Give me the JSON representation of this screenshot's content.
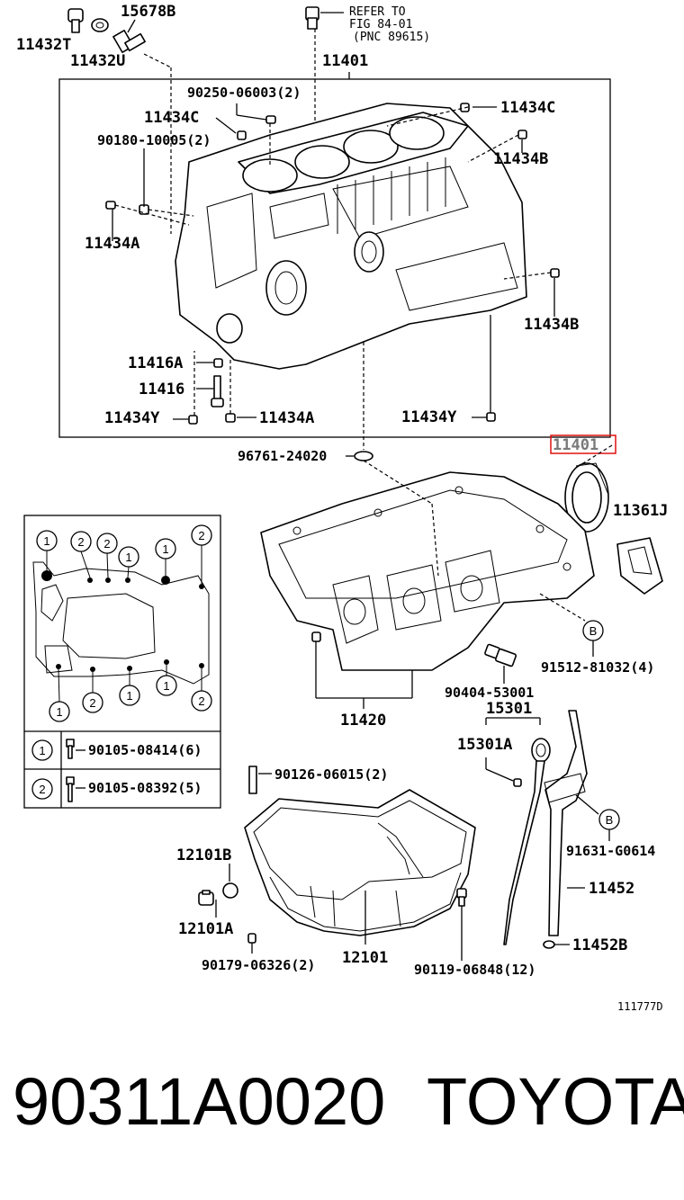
{
  "callouts": {
    "c15678B": "15678B",
    "c11432T": "11432T",
    "c11432U": "11432U",
    "ref_line1": "REFER TO",
    "ref_line2": "FIG 84-01",
    "ref_line3": "(PNC 89615)",
    "c11401": "11401",
    "c90250": "90250-06003(2)",
    "c11434C_left": "11434C",
    "c11434C_right": "11434C",
    "c90180": "90180-10005(2)",
    "c11434B_top": "11434B",
    "c11434A_left": "11434A",
    "c11434B_right": "11434B",
    "c11416A": "11416A",
    "c11416": "11416",
    "c11434Y_left": "11434Y",
    "c11434A_bottom": "11434A",
    "c11434Y_right": "11434Y",
    "c96761": "96761-24020",
    "c11401_highlight": "11401",
    "c11361J": "11361J",
    "c91512": "91512-81032(4)",
    "c90404": "90404-53001",
    "c11420": "11420",
    "c15301": "15301",
    "c15301A": "15301A",
    "c90126": "90126-06015(2)",
    "c12101B": "12101B",
    "c91631": "91631-G0614",
    "c11452": "11452",
    "c12101A": "12101A",
    "c90179": "90179-06326(2)",
    "c12101": "12101",
    "c90119": "90119-06848(12)",
    "c11452B": "11452B",
    "illustration_code": "111777D",
    "circle_B_1": "B",
    "circle_B_2": "B"
  },
  "bolt_table": {
    "rows": [
      {
        "key": "1",
        "part": "90105-08414(6)"
      },
      {
        "key": "2",
        "part": "90105-08392(5)"
      }
    ]
  },
  "bolt_map_markers": [
    "1",
    "2",
    "2",
    "1",
    "1",
    "2",
    "1",
    "2",
    "1",
    "1",
    "2"
  ],
  "footer": {
    "part_number": "90311A0020",
    "brand": "TOYOTA"
  }
}
